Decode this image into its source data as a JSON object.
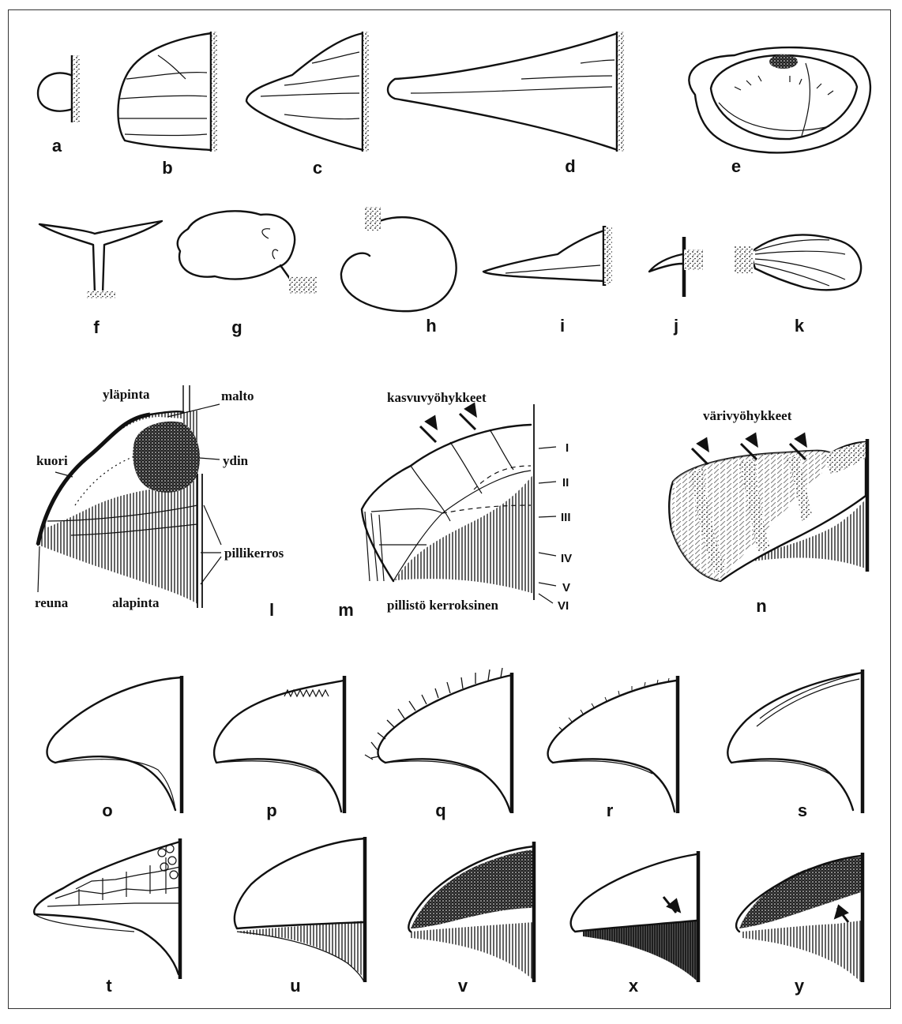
{
  "figure_letters": {
    "a": "a",
    "b": "b",
    "c": "c",
    "d": "d",
    "e": "e",
    "f": "f",
    "g": "g",
    "h": "h",
    "i": "i",
    "j": "j",
    "k": "k",
    "l": "l",
    "m": "m",
    "n": "n",
    "o": "o",
    "p": "p",
    "q": "q",
    "r": "r",
    "s": "s",
    "t": "t",
    "u": "u",
    "v": "v",
    "x": "x",
    "y": "y"
  },
  "section_l": {
    "ylapinta": "yläpinta",
    "malto": "malto",
    "kuori": "kuori",
    "ydin": "ydin",
    "pillikerros": "pillikerros",
    "reuna": "reuna",
    "alapinta": "alapinta"
  },
  "section_m": {
    "kasvuvyohykkeet": "kasvuvyöhykkeet",
    "layers": [
      "I",
      "II",
      "III",
      "IV",
      "V",
      "VI"
    ],
    "pillisto": "pillistö kerroksinen"
  },
  "section_n": {
    "varivyohykkeet": "värivyöhykkeet"
  },
  "colors": {
    "ink": "#111111",
    "paper": "#ffffff",
    "frame": "#333333"
  }
}
